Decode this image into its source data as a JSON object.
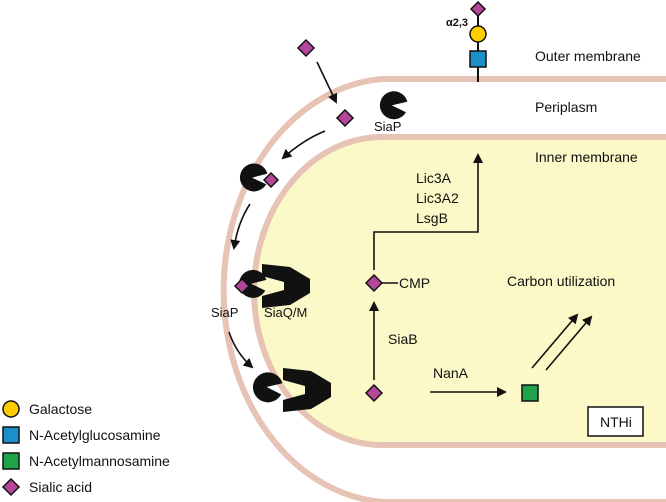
{
  "membranes": {
    "outer": "Outer membrane",
    "periplasm": "Periplasm",
    "inner": "Inner membrane"
  },
  "glycan": {
    "linkage": "α2,3"
  },
  "proteins": {
    "siap_periplasm": "SiaP",
    "siap_transporter": "SiaP",
    "siaqm": "SiaQ/M"
  },
  "pathway": {
    "transferases": [
      "Lic3A",
      "Lic3A2",
      "LsgB"
    ],
    "cmp": "CMP",
    "siab": "SiaB",
    "nana": "NanA",
    "carbon": "Carbon utilization"
  },
  "organism": "NTHi",
  "legend": [
    {
      "shape": "circle",
      "color": "#ffcc00",
      "label": "Galactose"
    },
    {
      "shape": "square",
      "color": "#1a8fc9",
      "label": "N-Acetylglucosamine"
    },
    {
      "shape": "square",
      "color": "#1fa34a",
      "label": "N-Acetylmannosamine"
    },
    {
      "shape": "diamond",
      "color": "#b5479b",
      "label": "Sialic acid"
    }
  ],
  "colors": {
    "membrane": "#e6c3b4",
    "cytoplasm": "#fbf9c7",
    "sialic_acid": "#b5479b",
    "galactose": "#ffcc00",
    "glcnac": "#1a8fc9",
    "mannac": "#1fa34a"
  }
}
